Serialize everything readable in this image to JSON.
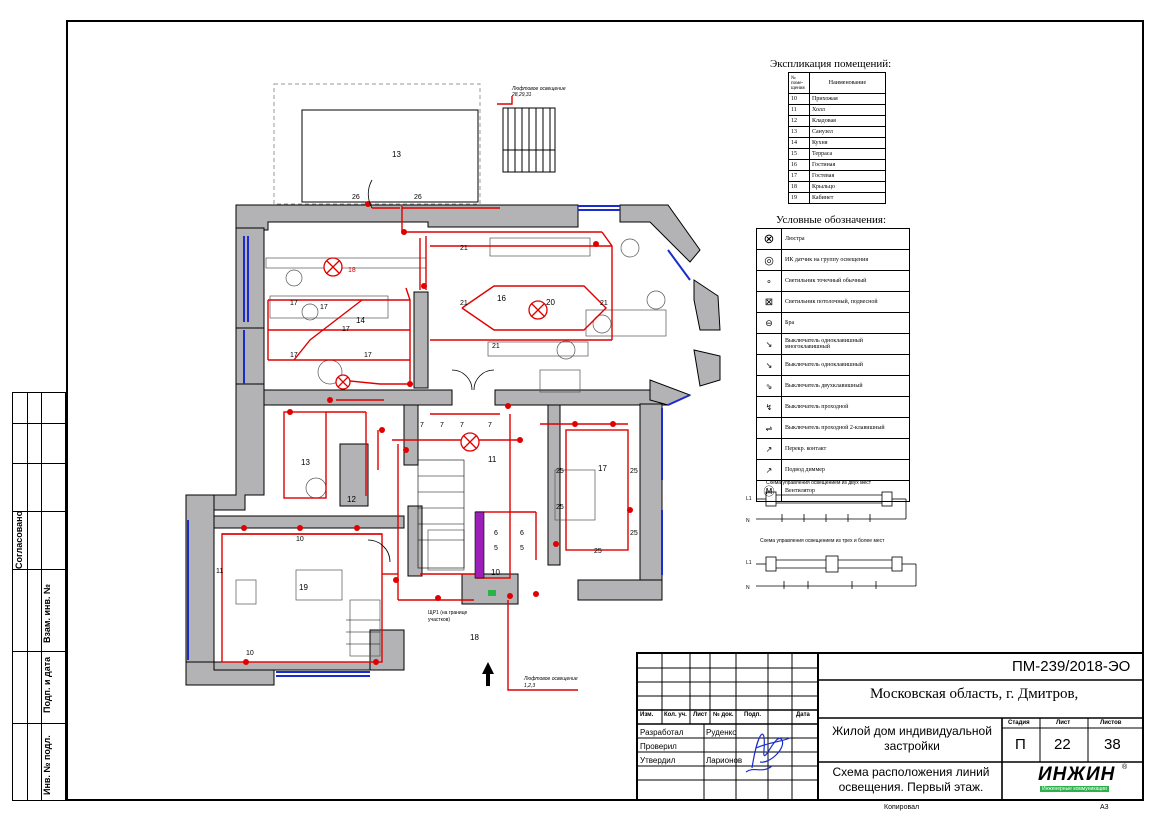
{
  "side_stamp": {
    "labels": [
      "Согласовано",
      "Взам. инв. №",
      "Подп. и дата",
      "Инв. № подл."
    ]
  },
  "plan": {
    "room_numbers": [
      "13",
      "16",
      "14",
      "20",
      "13",
      "12",
      "11",
      "17",
      "19",
      "10",
      "18",
      "18"
    ],
    "line_labels": [
      "26",
      "26",
      "21",
      "21",
      "21",
      "21",
      "17",
      "17",
      "17",
      "17",
      "17",
      "7",
      "7",
      "7",
      "7",
      "25",
      "25",
      "25",
      "25",
      "25",
      "10",
      "10",
      "11",
      "6",
      "5",
      "5",
      "6"
    ],
    "riser_top_label": "Люфтовое освещение\n28,29,31",
    "riser_bottom_label": "Люфтовое освещение\n1,2,3",
    "panel_label": "ЩР1 (на границе\nучастков)",
    "cabinet_label": "ЩР1"
  },
  "explication": {
    "title": "Экспликация помещений:",
    "header": [
      "№ поме-щения",
      "Наименование"
    ],
    "rows": [
      [
        "10",
        "Прихожая"
      ],
      [
        "11",
        "Холл"
      ],
      [
        "12",
        "Кладовая"
      ],
      [
        "13",
        "Санузел"
      ],
      [
        "14",
        "Кухня"
      ],
      [
        "15",
        "Терраса"
      ],
      [
        "16",
        "Гостиная"
      ],
      [
        "17",
        "Гостевая"
      ],
      [
        "18",
        "Крыльцо"
      ],
      [
        "19",
        "Кабинет"
      ]
    ]
  },
  "legend": {
    "title": "Условные обозначения:",
    "rows": [
      {
        "icon": "chandelier-icon",
        "label": "Люстра"
      },
      {
        "icon": "ir-sensor-icon",
        "label": "ИК датчик на группу освещения"
      },
      {
        "icon": "spotlight-icon",
        "label": "Светильник точечный обычный"
      },
      {
        "icon": "ceiling-light-icon",
        "label": "Светильник потолочный, подвесной"
      },
      {
        "icon": "sconce-icon",
        "label": "Бра"
      },
      {
        "icon": "switch-single-icon",
        "label": "Выключатель одноклавишный многоклавишный"
      },
      {
        "icon": "switch-one-key-icon",
        "label": "Выключатель одноклавишный"
      },
      {
        "icon": "switch-two-key-icon",
        "label": "Выключатель двухклавишный"
      },
      {
        "icon": "switch-pass-icon",
        "label": "Выключатель проходной"
      },
      {
        "icon": "switch-pass-2-icon",
        "label": "Выключатель проходной 2-клавишный"
      },
      {
        "icon": "cross-switch-icon",
        "label": "Перекр. контакт"
      },
      {
        "icon": "dimmer-icon",
        "label": "Подвод диммер"
      },
      {
        "icon": "fan-icon",
        "label": "Вентилятор"
      }
    ]
  },
  "schemes": {
    "two_places": {
      "title": "Схема управления освещением из двух мест",
      "l_label": "L1",
      "n_label": "N"
    },
    "three_places": {
      "title": "Схема управления освещением из трех и более мест",
      "l_label": "L1",
      "n_label": "N"
    }
  },
  "title_block": {
    "code": "ПМ-239/2018-ЭО",
    "location": "Московская область, г. Дмитров,",
    "project": "Жилой дом индивидуальной застройки",
    "drawing": "Схема расположения линий освещения. Первый этаж.",
    "col_headers": [
      "Изм.",
      "Кол. уч.",
      "Лист",
      "№ док.",
      "Подп.",
      "Дата"
    ],
    "stage_header": "Стадия",
    "sheet_header": "Лист",
    "sheets_header": "Листов",
    "stage": "П",
    "sheet": "22",
    "sheets": "38",
    "roles": [
      {
        "role": "Разработал",
        "name": "Руденко"
      },
      {
        "role": "Проверил",
        "name": ""
      },
      {
        "role": "Утвердил",
        "name": "Ларионов"
      }
    ],
    "logo_text": "ИНЖИН",
    "logo_sub": "Инженерные коммуникации",
    "copied": "Копировал",
    "format": "А3"
  },
  "colors": {
    "wall": "#b3b3b5",
    "line": "#e00000",
    "frame": "#000000",
    "window": "#1a2ccf",
    "logo_green": "#2bb34a"
  }
}
